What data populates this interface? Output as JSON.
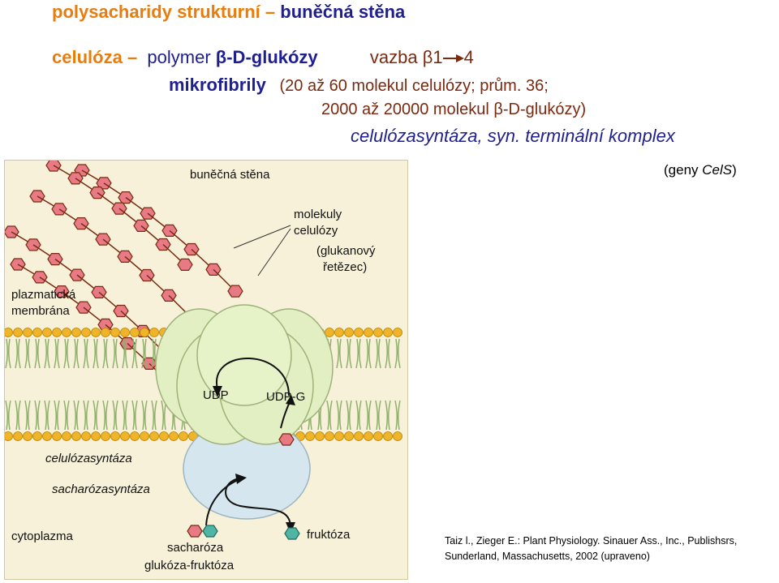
{
  "heading": {
    "part1": "polysacharidy strukturní",
    "dash": "–",
    "part2": "buněčná stěna"
  },
  "line1": {
    "term": "celulóza",
    "dash": "–",
    "text1": "polymer",
    "text2": "β-D-glukózy",
    "bond": "vazba β1",
    "bond_end": "4"
  },
  "line2": {
    "term": "mikrofibrily",
    "text": "(20 až 60 molekul celulózy; prům. 36;"
  },
  "line3": {
    "text": "2000 až 20000 molekul β-D-glukózy)"
  },
  "line4": {
    "text": "celulózasyntáza, syn.  terminální komplex"
  },
  "genes": {
    "open": "(geny ",
    "name": "CelS",
    "close": ")"
  },
  "figure": {
    "cell_wall": "buněčná stěna",
    "molecules_1": "molekuly",
    "molecules_2": "celulózy",
    "glucan_1": "(glukanový",
    "glucan_2": "řetězec)",
    "membrane_1": "plazmatická",
    "membrane_2": "membrána",
    "udp": "UDP",
    "udpg": "UDP-G",
    "cellulose_synthase": "celulózasyntáza",
    "sucrose_synthase": "sacharózasyntáza",
    "cytoplasm": "cytoplazma",
    "sucrose": "sacharóza",
    "glucose_fructose": "glukóza-fruktóza",
    "fructose": "fruktóza"
  },
  "citation": {
    "line1": "Taiz l., Zieger E.: Plant Physiology.  Sinauer Ass., Inc., Publishsrs,",
    "line2": "Sunderland, Massachusetts, 2002 (upraveno)"
  },
  "colors": {
    "orange": "#e87d0e",
    "navy": "#1f1f8f",
    "brown": "#7a2a10",
    "hexagon_red": "#e87a86",
    "hexagon_teal": "#4fb6a6",
    "lipid_head": "#f0b428",
    "lipid_tail": "#8fb06b",
    "complex_green": "#e2efc2",
    "complex_blue": "#d6e6ee",
    "figure_bg": "#f6f1d8"
  }
}
